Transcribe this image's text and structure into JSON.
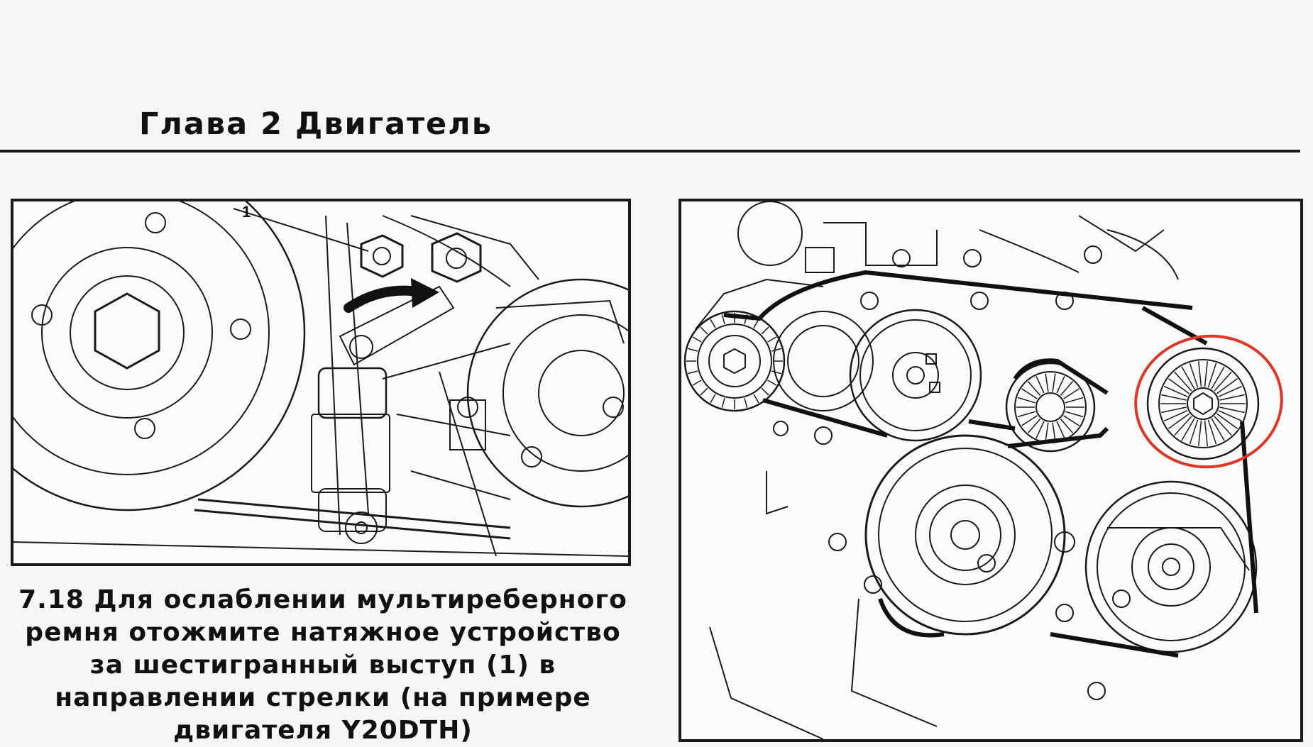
{
  "header": {
    "chapter_title": "Глава 2 Двигатель"
  },
  "figure_left": {
    "callout_label": "1",
    "caption_number": "7.18",
    "caption_text": "Для ослаблении мультиреберного ремня отожмите натяжное устройство за шестигранный выступ (1) в направлении стрелки (на примере двигателя Y20DTH)"
  },
  "colors": {
    "ink": "#1a1a1a",
    "paper": "#f6f6f4",
    "highlight_circle": "#d9392a"
  },
  "icons": {
    "rotation_arrow": "curved-arrow-icon",
    "highlight": "red-circle-highlight"
  }
}
